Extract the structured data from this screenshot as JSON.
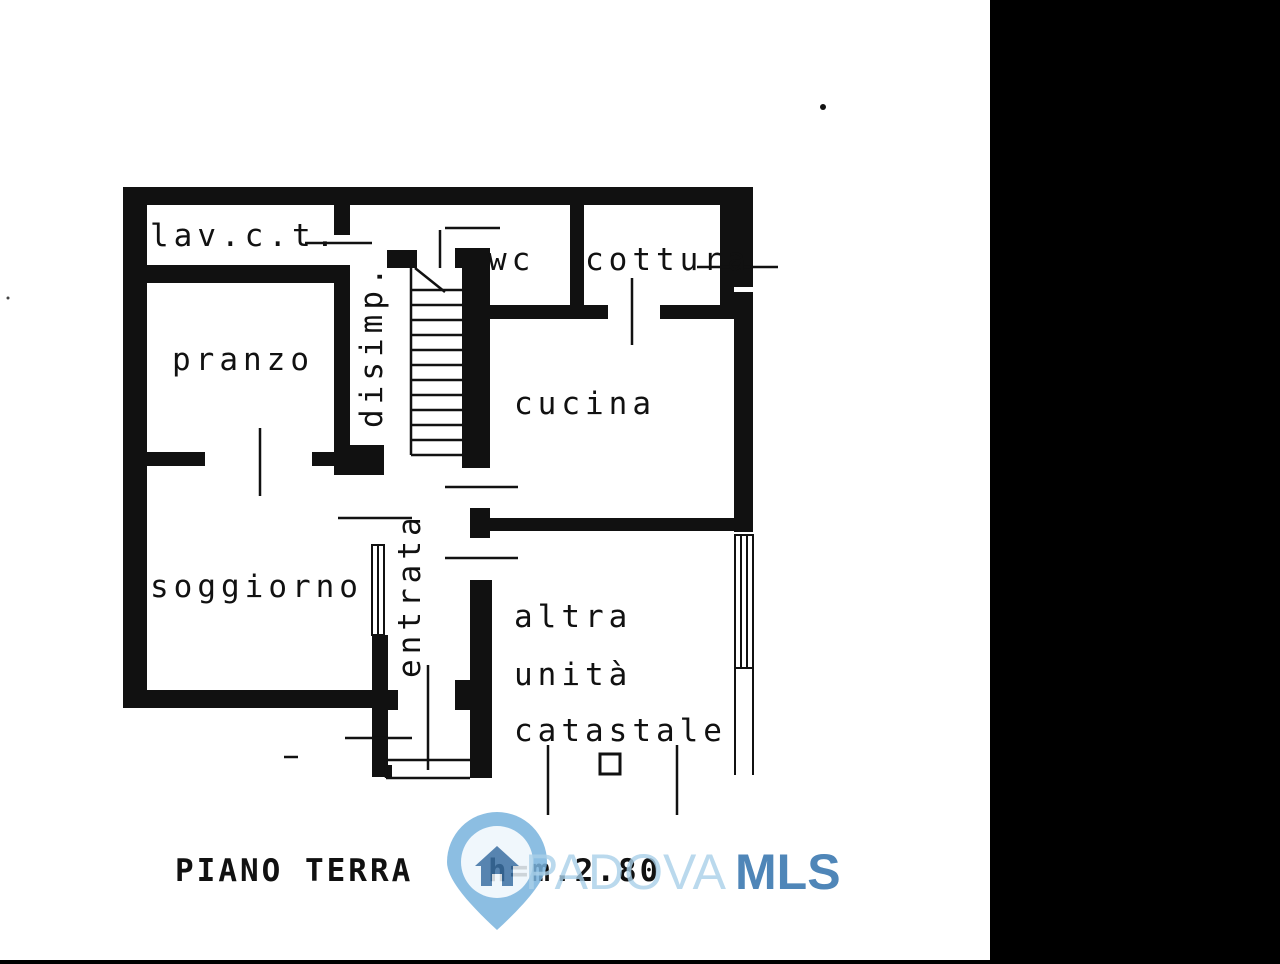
{
  "plan": {
    "rooms": {
      "lav_ct": "lav.c.t.",
      "wc": "wc",
      "cottura": "cottura",
      "disimp": "disimp.",
      "pranzo": "pranzo",
      "cucina": "cucina",
      "soggiorno": "soggiorno",
      "entrata": "entrata",
      "altra": "altra",
      "unita": "unità",
      "catastale": "catastale"
    },
    "title": "PIANO TERRA",
    "height_note": "h=m.2.80"
  },
  "watermark": {
    "brand_part1": "PADOVA",
    "brand_part2": "MLS",
    "icon": "house-pin-icon",
    "colors": {
      "part1": "#a9cfe8",
      "part2": "#4f86b8",
      "pin": "#79b3dd"
    }
  }
}
